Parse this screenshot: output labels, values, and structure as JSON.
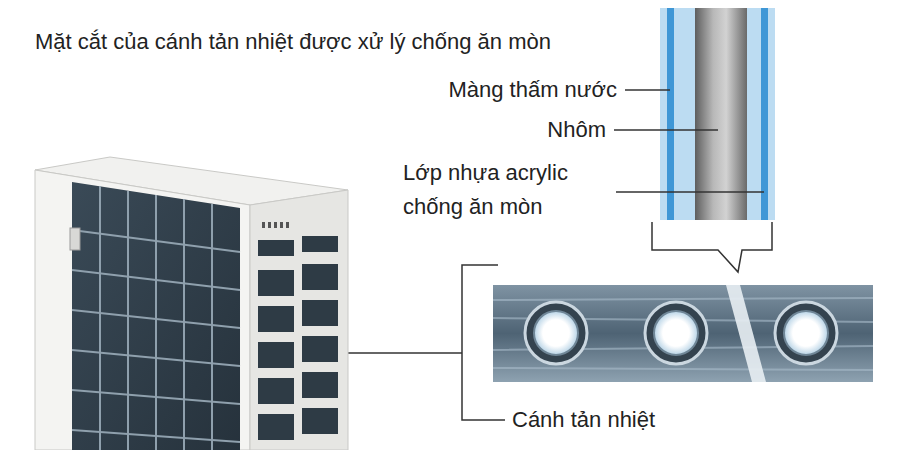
{
  "diagram": {
    "title": "Mặt cắt của cánh tản nhiệt được xử lý chống ăn mòn",
    "labels": [
      "Màng thấm nước",
      "Nhôm",
      "Lớp nhựa acrylic chống ăn mòn",
      "Cánh tản nhiệt"
    ]
  }
}
